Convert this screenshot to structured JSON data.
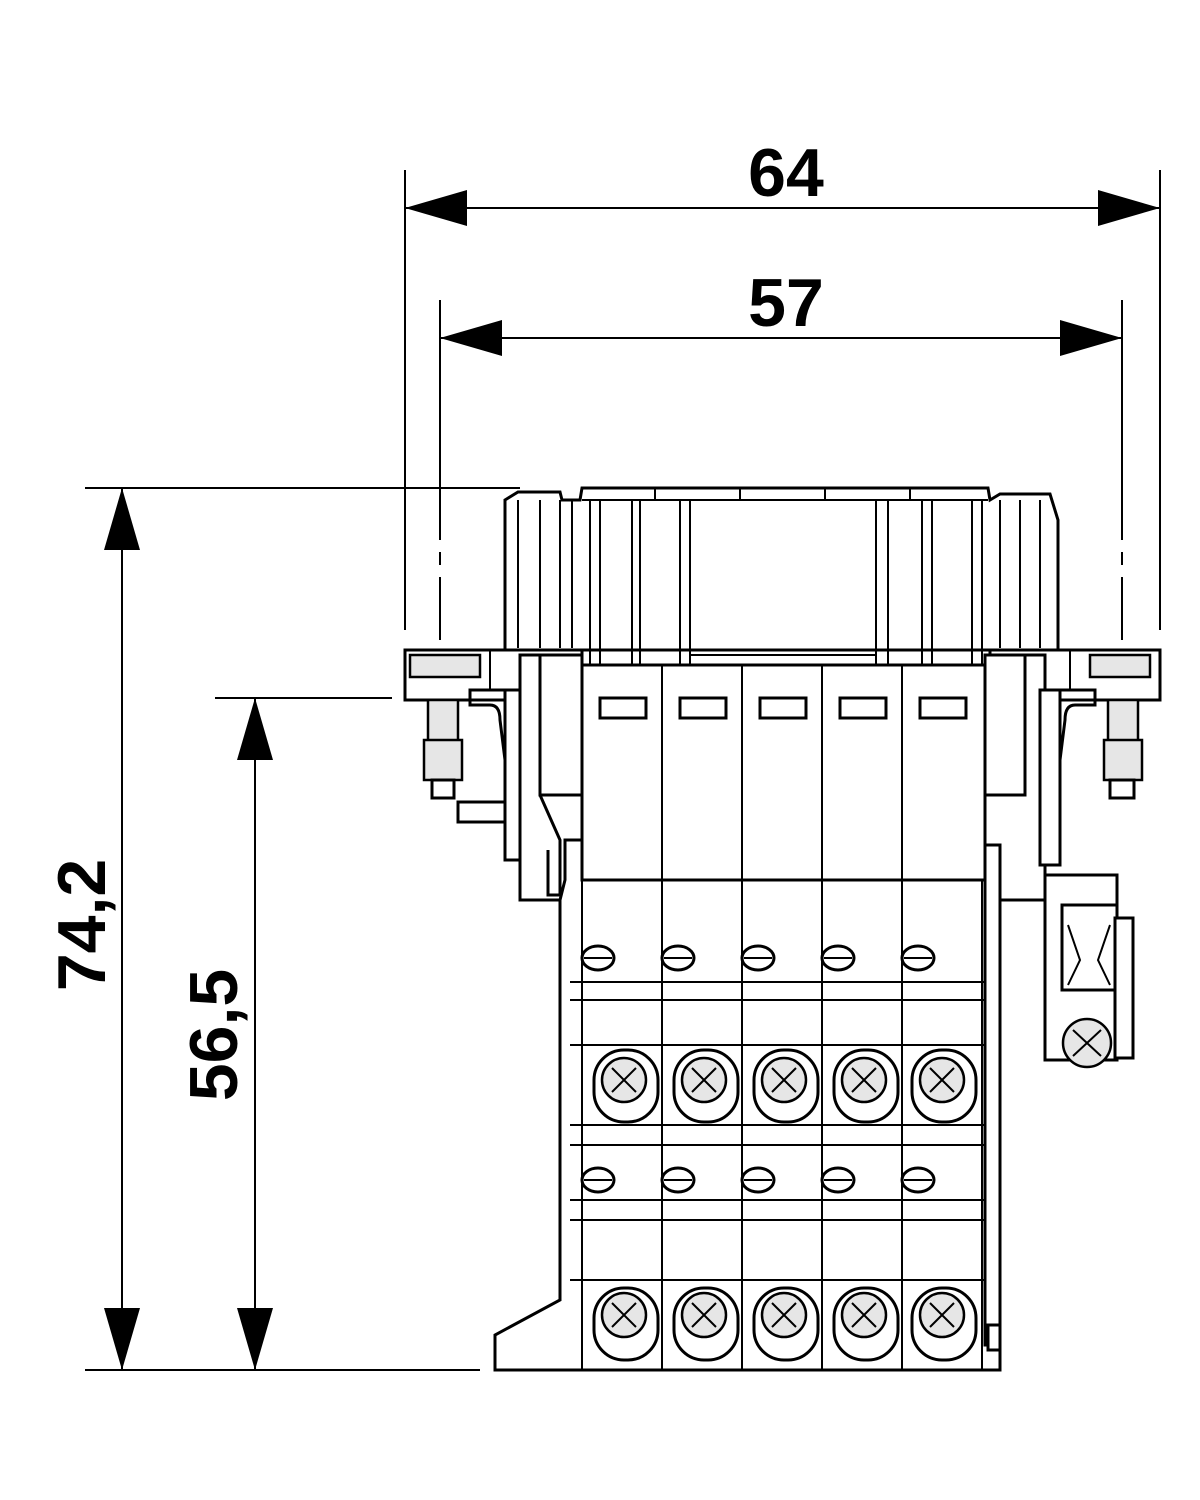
{
  "drawing": {
    "dimensions": {
      "width_outer": "64",
      "width_inner": "57",
      "height_total": "74,2",
      "height_mount": "56,5"
    },
    "terminal_columns": 5,
    "terminal_rows": 2
  },
  "colors": {
    "line": "#000000",
    "background": "#ffffff",
    "shade": "#e6e6e6"
  }
}
